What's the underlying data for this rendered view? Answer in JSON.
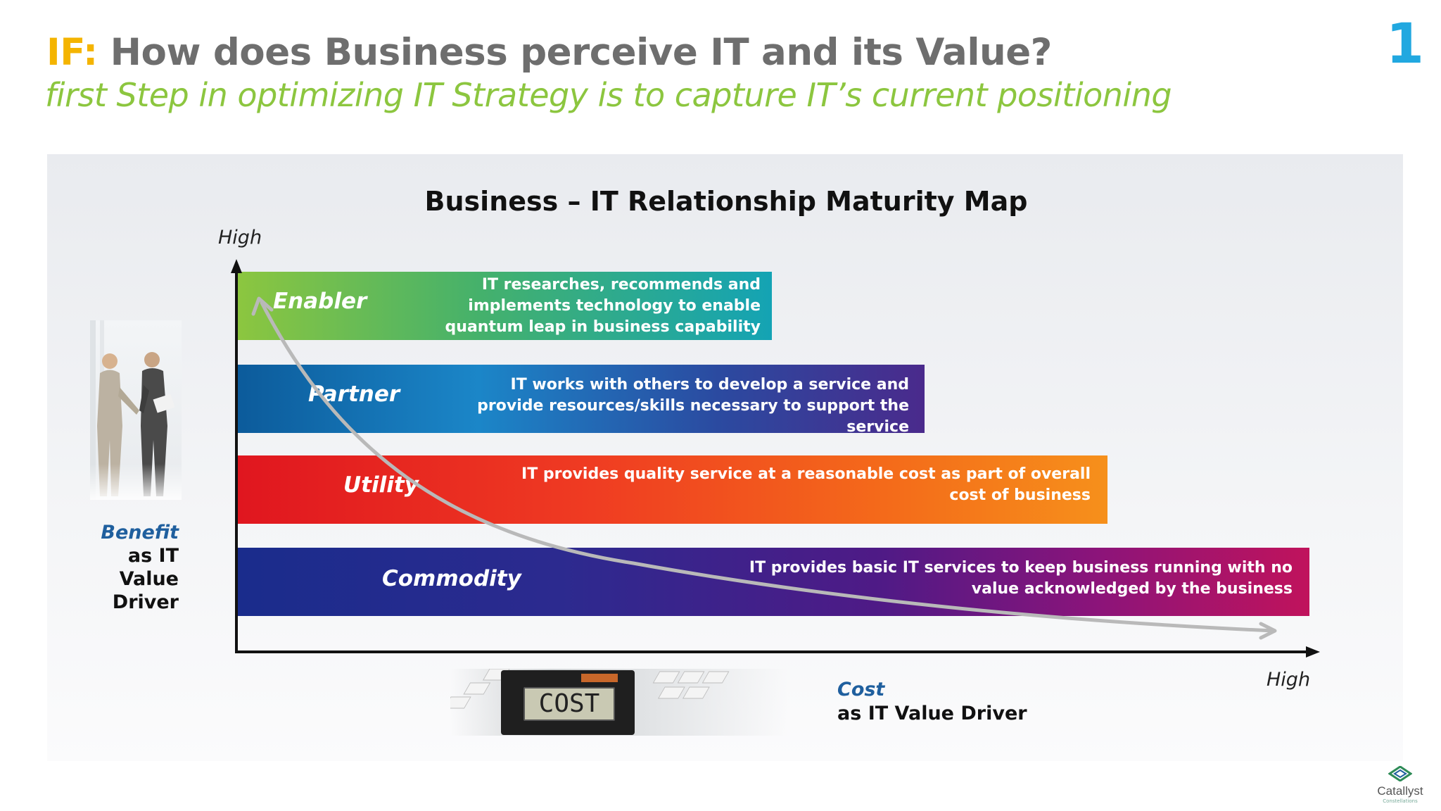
{
  "header": {
    "title_prefix": "IF:",
    "title_text": " How does Business perceive IT and its Value?",
    "subtitle": "first Step in optimizing IT Strategy is to capture IT’s current positioning",
    "slide_number": "1"
  },
  "map": {
    "title": "Business – IT Relationship Maturity Map",
    "y_axis_high": "High",
    "x_axis_high": "High",
    "bands": [
      {
        "name": "Enabler",
        "description": "IT researches, recommends and implements technology to enable quantum leap in business capability"
      },
      {
        "name": "Partner",
        "description": "IT works with others to develop a service and provide resources/skills necessary to support the service"
      },
      {
        "name": "Utility",
        "description": "IT provides quality service at a reasonable cost as part of overall cost of business"
      },
      {
        "name": "Commodity",
        "description": "IT provides basic IT services to keep business running with no value acknowledged by the business"
      }
    ],
    "y_driver": {
      "accent": "Benefit",
      "line1": "as IT",
      "line2": "Value",
      "line3": "Driver"
    },
    "x_driver": {
      "accent": "Cost",
      "line1": "as IT Value Driver"
    },
    "calculator_display": "COST"
  },
  "footer": {
    "logo_text": "Catallyst",
    "logo_sub": "Constellations"
  }
}
